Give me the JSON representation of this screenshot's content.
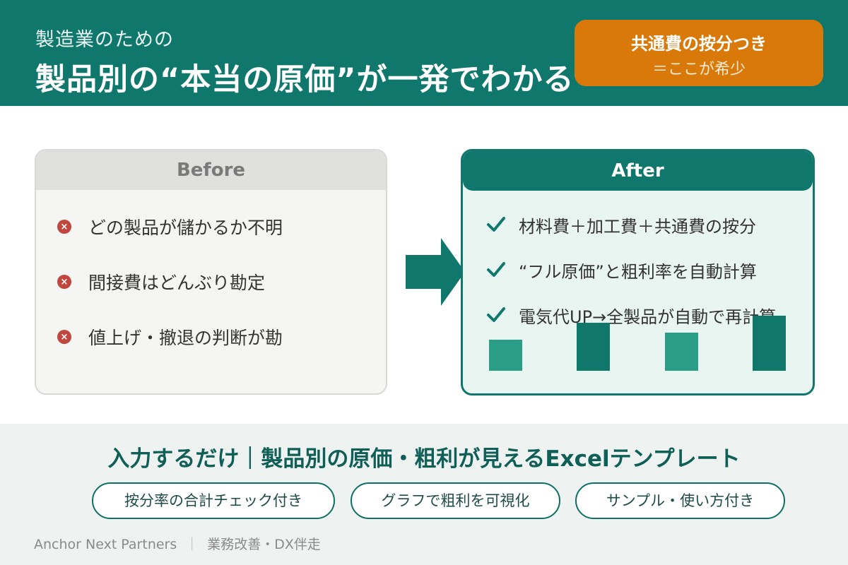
{
  "header": {
    "subtitle": "製造業のための",
    "title": "製品別の“本当の原価”が一発でわかる",
    "badge_line1": "共通費の按分つき",
    "badge_line2": "＝ここが希少"
  },
  "before": {
    "heading": "Before",
    "items": [
      {
        "icon": "x-circle-icon",
        "text": "どの製品が儲かるか不明"
      },
      {
        "icon": "x-circle-icon",
        "text": "間接費はどんぶり勘定"
      },
      {
        "icon": "x-circle-icon",
        "text": "値上げ・撤退の判断が勘"
      }
    ]
  },
  "after": {
    "heading": "After",
    "items": [
      {
        "icon": "check-icon",
        "text": "材料費＋加工費＋共通費の按分"
      },
      {
        "icon": "check-icon",
        "text": "“フル原価”と粗利率を自動計算"
      },
      {
        "icon": "check-icon",
        "text": "電気代UP→全製品が自動で再計算"
      }
    ],
    "bars": [
      {
        "level": 0.56,
        "color": "#2a9d86"
      },
      {
        "level": 0.87,
        "color": "#0f776b"
      },
      {
        "level": 0.69,
        "color": "#2a9d86"
      },
      {
        "level": 1.0,
        "color": "#0f776b"
      }
    ]
  },
  "footer": {
    "tagline": "入力するだけ｜製品別の原価・粗利が見えるExcelテンプレート",
    "pills": [
      "按分率の合計チェック付き",
      "グラフで粗利を可視化",
      "サンプル・使い方付き"
    ],
    "credit_company": "Anchor Next Partners",
    "credit_separator": "｜",
    "credit_service": "業務改善・DX伴走"
  },
  "colors": {
    "brand": "#0f776b",
    "accent": "#d9790a",
    "negative": "#c0473d"
  }
}
